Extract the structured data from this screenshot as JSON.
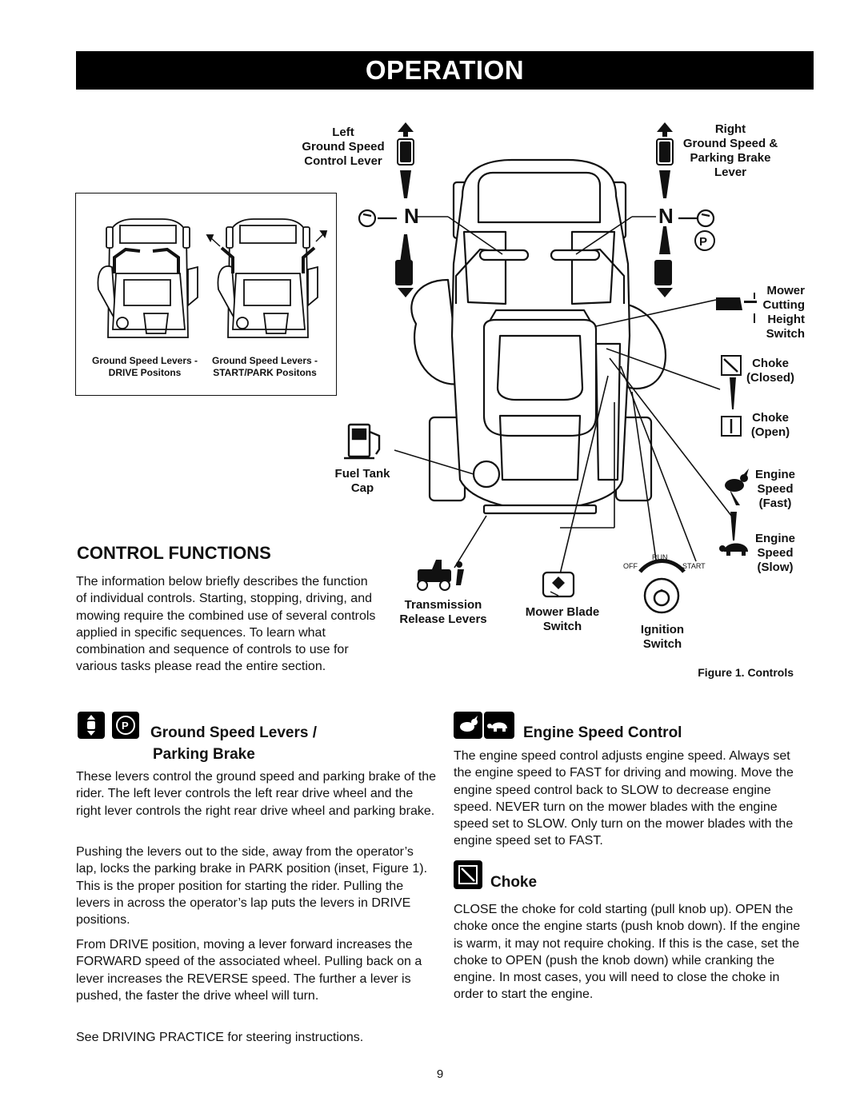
{
  "header": {
    "title": "OPERATION"
  },
  "figure": {
    "caption": "Figure 1. Controls",
    "labels": {
      "left_lever": "Left\nGround Speed\nControl Lever",
      "right_lever": "Right\nGround Speed &\nParking Brake\nLever",
      "mower_cutting_height": "Mower\nCutting\nHeight\nSwitch",
      "choke_closed": "Choke\n(Closed)",
      "choke_open": "Choke\n(Open)",
      "engine_fast": "Engine\nSpeed\n(Fast)",
      "engine_slow": "Engine\nSpeed\n(Slow)",
      "fuel_tank": "Fuel Tank\nCap",
      "transmission": "Transmission\nRelease Levers",
      "mower_blade": "Mower Blade\nSwitch",
      "ignition": "Ignition\nSwitch",
      "off": "OFF",
      "run": "RUN",
      "start": "START",
      "neutral": "N",
      "park": "P"
    },
    "inset": {
      "drive_caption": "Ground Speed Levers -\nDRIVE Positons",
      "park_caption": "Ground Speed Levers -\nSTART/PARK Positons"
    }
  },
  "control_functions": {
    "title": "CONTROL FUNCTIONS",
    "intro": "The information below briefly describes the function of individual controls. Starting, stopping, driving, and mowing require the combined use of several controls applied in specific sequences. To learn what combination and sequence of controls to use for various tasks please read the entire section."
  },
  "ground_speed": {
    "title_line1": "Ground Speed Levers /",
    "title_line2": "Parking Brake",
    "p1": "These levers control the ground speed and parking brake of the rider. The left lever controls the left rear drive wheel and the right lever controls the right rear drive wheel and parking brake.",
    "p2": "Pushing the levers out to the side, away from the operator’s lap, locks the parking brake in PARK position (inset, Figure 1). This is the proper position for starting the rider. Pulling the levers in across the operator’s lap puts the levers in DRIVE positions.",
    "p3": "From DRIVE position, moving a lever forward increases the FORWARD speed of the associated wheel. Pulling back on a lever increases the REVERSE speed. The further a lever is pushed, the faster the drive wheel will turn.",
    "p4": "See DRIVING PRACTICE for steering instructions."
  },
  "engine_speed": {
    "title": "Engine Speed Control",
    "p1": "The engine speed control adjusts engine speed. Always set the engine speed to FAST for driving and mowing. Move the engine speed control back to SLOW to decrease engine speed. NEVER turn on the mower blades with the engine speed set to SLOW. Only turn on the mower blades with the engine speed set to FAST."
  },
  "choke": {
    "title": "Choke",
    "p1": "CLOSE the choke for cold starting (pull knob up). OPEN the choke once the engine starts (push knob down). If the engine is warm, it may not require choking. If this is the case, set the choke to OPEN (push the knob down) while cranking the engine. In most cases, you will need to close the choke in order to start the engine."
  },
  "footer": {
    "page_number": "9"
  }
}
